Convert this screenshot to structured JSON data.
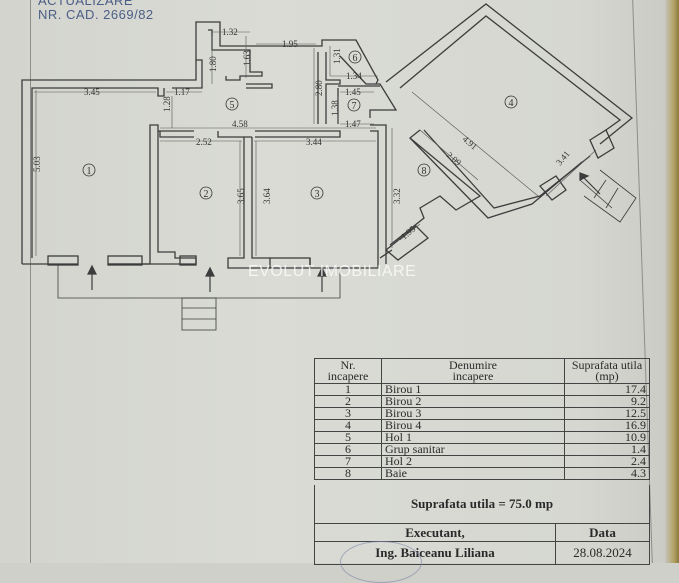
{
  "header": {
    "line1": "ACTUALIZARE",
    "line2": "NR. CAD. 2669/82"
  },
  "watermark": "EVOLUT IMOBILIARE",
  "floorplan": {
    "room_markers": [
      "1",
      "2",
      "3",
      "4",
      "5",
      "6",
      "7",
      "8"
    ],
    "dimensions": {
      "d345": "3.45",
      "d117": "1.17",
      "d128": "1.28",
      "d503": "5.03",
      "d132": "1.32",
      "d180": "1.80",
      "d163": "1.63",
      "d195a": "1.95",
      "d131": "1.31",
      "d134": "1.34",
      "d280": "2.80",
      "d145": "1.45",
      "d138": "1.38",
      "d147": "1.47",
      "d458": "4.58",
      "d252": "2.52",
      "d344": "3.44",
      "d365": "3.65",
      "d364": "3.64",
      "d332": "3.32",
      "d209": "2.09",
      "d491": "4.91",
      "d341": "3.41",
      "d195b": "1.95"
    }
  },
  "table": {
    "headers": {
      "nr": [
        "Nr.",
        "incapere"
      ],
      "name": [
        "Denumire",
        "incapere"
      ],
      "area": [
        "Suprafata utila",
        "(mp)"
      ]
    },
    "rows": [
      {
        "nr": "1",
        "name": "Birou 1",
        "area": "17.4"
      },
      {
        "nr": "2",
        "name": "Birou 2",
        "area": "9.2"
      },
      {
        "nr": "3",
        "name": "Birou 3",
        "area": "12.5"
      },
      {
        "nr": "4",
        "name": "Birou 4",
        "area": "16.9"
      },
      {
        "nr": "5",
        "name": "Hol 1",
        "area": "10.9"
      },
      {
        "nr": "6",
        "name": "Grup sanitar",
        "area": "1.4"
      },
      {
        "nr": "7",
        "name": "Hol 2",
        "area": "2.4"
      },
      {
        "nr": "8",
        "name": "Baie",
        "area": "4.3"
      }
    ],
    "total": "Suprafata utila = 75.0 mp",
    "executant_label": "Executant,",
    "data_label": "Data",
    "executant_name": "Ing. Baiceanu Liliana",
    "date": "28.08.2024"
  }
}
